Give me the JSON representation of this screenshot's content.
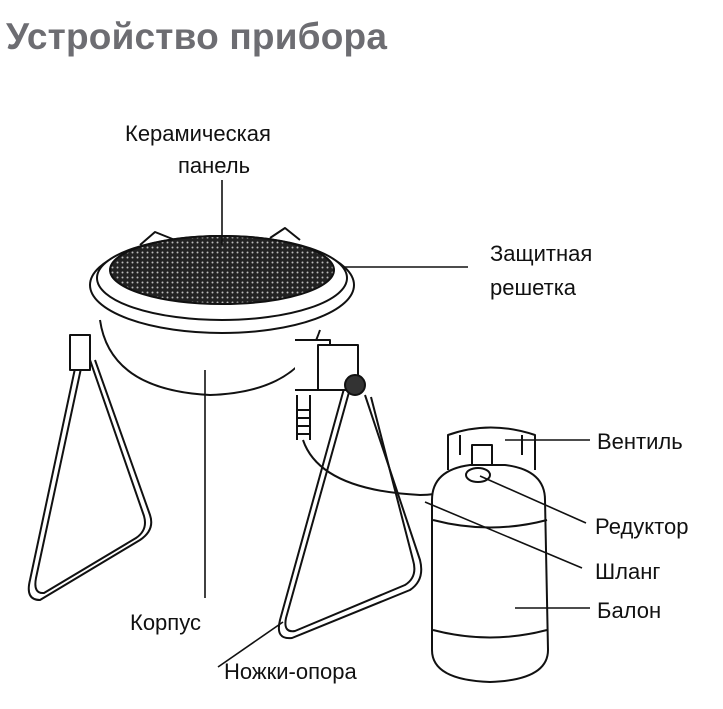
{
  "title": "Устройство прибора",
  "labels": {
    "panel_line1": "Керамическая",
    "panel_line2": "панель",
    "grid_line1": "Защитная",
    "grid_line2": "решетка",
    "valve": "Вентиль",
    "reducer": "Редуктор",
    "hose": "Шланг",
    "cylinder": "Балон",
    "body": "Корпус",
    "legs": "Ножки-опора"
  }
}
